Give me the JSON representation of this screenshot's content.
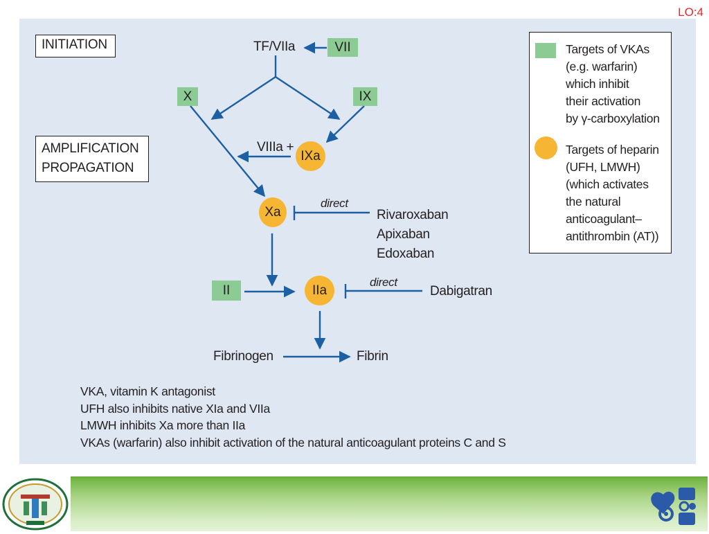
{
  "lo_tag": "LO:4",
  "stages": {
    "initiation": "INITIATION",
    "amplification_line1": "AMPLIFICATION",
    "amplification_line2": "PROPAGATION"
  },
  "factors": {
    "tf_viia": "TF/VIIa",
    "vii": "VII",
    "x": "X",
    "ix": "IX",
    "viiia_plus": "VIIIa +",
    "ixa": "IXa",
    "xa": "Xa",
    "ii": "II",
    "iia": "IIa",
    "fibrinogen": "Fibrinogen",
    "fibrin": "Fibrin"
  },
  "inhibitors": {
    "direct_xa_label": "direct",
    "direct_xa_drugs": [
      "Rivaroxaban",
      "Apixaban",
      "Edoxaban"
    ],
    "direct_iia_label": "direct",
    "direct_iia_drug": "Dabigatran"
  },
  "legend": {
    "green_lines": [
      "Targets of VKAs",
      "(e.g. warfarin)",
      "which inhibit",
      "their activation",
      "by γ-carboxylation"
    ],
    "orange_lines": [
      "Targets of heparin",
      "(UFH, LMWH)",
      "(which activates",
      "the natural",
      "anticoagulant–",
      "antithrombin (AT))"
    ]
  },
  "notes": [
    "VKA, vitamin K antagonist",
    "UFH also inhibits native XIa and VIIa",
    "LMWH inhibits Xa more than IIa",
    "VKAs (warfarin) also inhibit activation of the natural anticoagulant proteins C and S"
  ],
  "colors": {
    "panel_bg": "#dfe7f2",
    "green_target": "#8ccb93",
    "orange_target": "#f7b534",
    "arrow_blue": "#1d5fa3",
    "lo_red": "#e8262a"
  },
  "icons": {
    "left_logo": "university-seal-logo",
    "right_logo": "mod-logo"
  }
}
